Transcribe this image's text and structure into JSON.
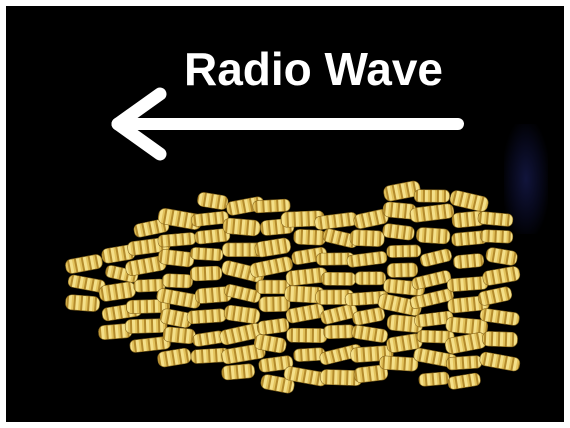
{
  "image": {
    "title_text": "Radio Wave",
    "arrow_direction": "left",
    "colors": {
      "background": "#000000",
      "frame": "#ffffff",
      "text": "#ffffff",
      "arrow": "#ffffff",
      "pasta_light": "#f3df82",
      "pasta_mid": "#e2c25c",
      "pasta_dark": "#b8902e"
    },
    "icons": {
      "arrow": "left-arrow-icon",
      "pasta": "fusilli-pasta-pieces"
    }
  }
}
